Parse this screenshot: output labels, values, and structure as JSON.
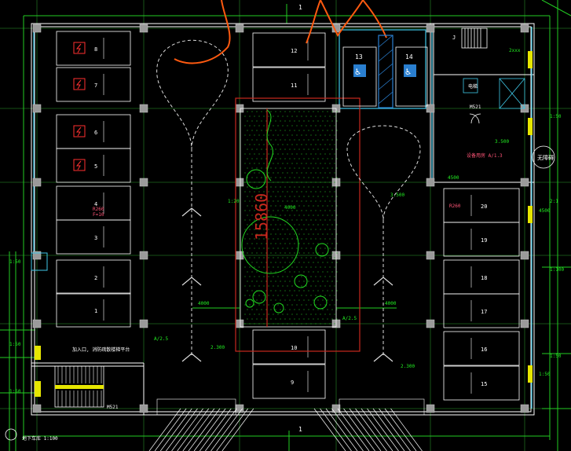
{
  "colors": {
    "background": "#000000",
    "grid_line": "#1e6b1e",
    "axis_line": "#22cc22",
    "wall": "#ffffff",
    "column": "#9a9a9a",
    "parking_text": "#ffffff",
    "dimension": "#22ee22",
    "cyan": "#3fc8e8",
    "red_frame": "#c8281e",
    "orange_cloud": "#ff5a10",
    "tree": "#22dd22",
    "hatch": "#ffffff",
    "yellow": "#e6e600",
    "magenta": "#ff5577",
    "blue_ramp": "#2a7fd0"
  },
  "parking_left": [
    "8",
    "7",
    "6",
    "5",
    "4",
    "3",
    "2",
    "1"
  ],
  "parking_left_note": {
    "line1": "R260",
    "line2": "F=10"
  },
  "parking_center_top": [
    "12",
    "11"
  ],
  "parking_center_bottom": [
    "10",
    "9"
  ],
  "accessible_spaces": [
    "13",
    "14"
  ],
  "parking_right": [
    "20",
    "19",
    "18",
    "17",
    "16",
    "15"
  ],
  "parking_right_note": "R260",
  "courtyard_dimension": "15860",
  "axis_marks": {
    "top": "1",
    "bottom": "1",
    "top_right": "J"
  },
  "labels": {
    "stair_note": "加入口, 消防疏散楼梯平台",
    "lift_note": "电梯",
    "walkway_label": "无障碍",
    "door_left": "M521",
    "door_right": "M521",
    "room_right": "设备用房 A/1.3",
    "bottom_left": "地下车库 1:100"
  },
  "small_labels": [
    "1:50",
    "1:50",
    "1:50",
    "4000",
    "4000",
    "4000",
    "A/2.5",
    "A/2.5",
    "2.300",
    "2.300",
    "1:20",
    "3.500",
    "3.500",
    "4500",
    "4500",
    "1:50"
  ],
  "right_edge_labels": [
    "2xxx",
    "1:50",
    "2:1",
    "1:100",
    "1:50"
  ]
}
